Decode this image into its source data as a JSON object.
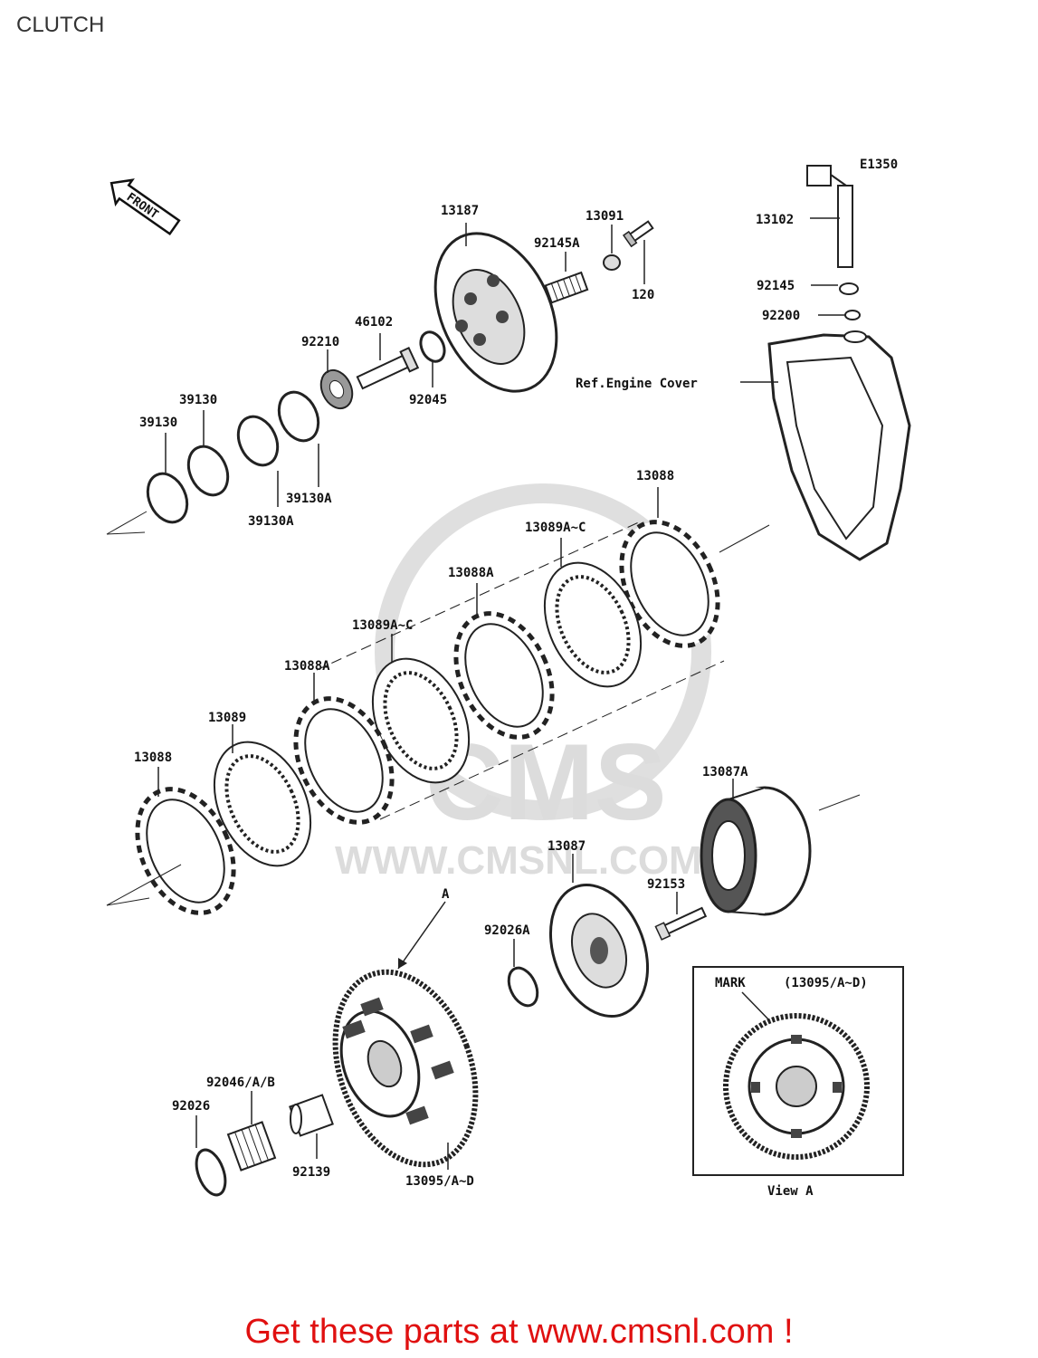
{
  "page": {
    "title": "CLUTCH",
    "footer_link": "Get these parts at www.cmsnl.com !"
  },
  "diagram": {
    "code": "E1350",
    "front_arrow": "FRONT",
    "watermark": {
      "brand": "CMS",
      "url": "WWW.CMSNL.COM"
    },
    "callouts": {
      "p13187": "13187",
      "p13091": "13091",
      "p92145A": "92145A",
      "p120": "120",
      "p13102": "13102",
      "p92145": "92145",
      "p92200": "92200",
      "p46102": "46102",
      "p92210": "92210",
      "p92045": "92045",
      "ref_engine_cover": "Ref.Engine Cover",
      "p39130_a": "39130",
      "p39130_b": "39130",
      "p39130A_a": "39130A",
      "p39130A_b": "39130A",
      "p13088_top": "13088",
      "p13089AC_top": "13089A~C",
      "p13088A_top": "13088A",
      "p13089AC_mid": "13089A~C",
      "p13088A_mid": "13088A",
      "p13089": "13089",
      "p13088_left": "13088",
      "p13087A": "13087A",
      "p13087": "13087",
      "p92153": "92153",
      "view_letter": "A",
      "p92026A": "92026A",
      "p92046": "92046/A/B",
      "p92026": "92026",
      "p92139": "92139",
      "p13095": "13095/A~D"
    },
    "view_a": {
      "mark": "MARK",
      "part": "(13095/A~D)",
      "caption": "View A"
    }
  }
}
